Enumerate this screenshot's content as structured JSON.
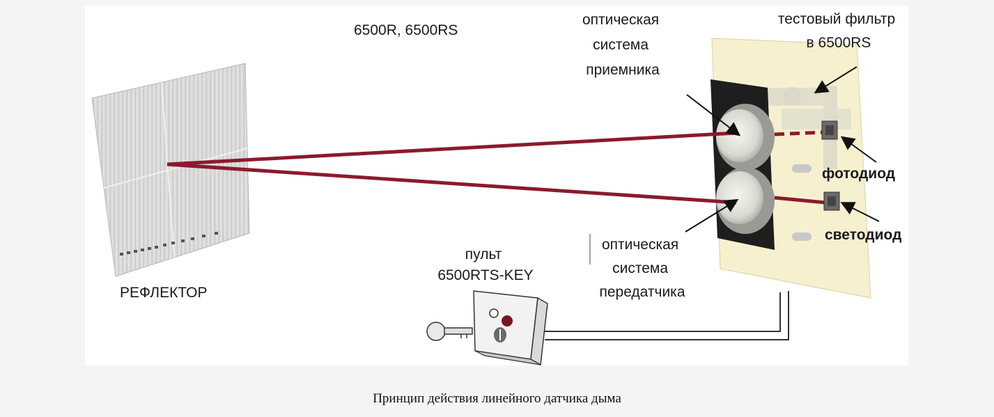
{
  "figure": {
    "labels": {
      "model": "6500R, 6500RS",
      "receiver_optics": [
        "оптическая",
        "система",
        "приемника"
      ],
      "test_filter": [
        "тестовый фильтр",
        "в 6500RS"
      ],
      "photodiode": "фотодиод",
      "led": "светодиод",
      "transmitter_optics": [
        "оптическая",
        "система",
        "передатчика"
      ],
      "remote": [
        "пульт",
        "6500RTS-KEY"
      ],
      "reflector": "РЕФЛЕКТОР"
    },
    "colors": {
      "beam": "#8b1a2e",
      "panel": "#f7f0cf",
      "detector_body": "#1e1e1e",
      "reflector": "#d4d4d4"
    }
  },
  "caption": "Принцип действия линейного датчика дыма"
}
